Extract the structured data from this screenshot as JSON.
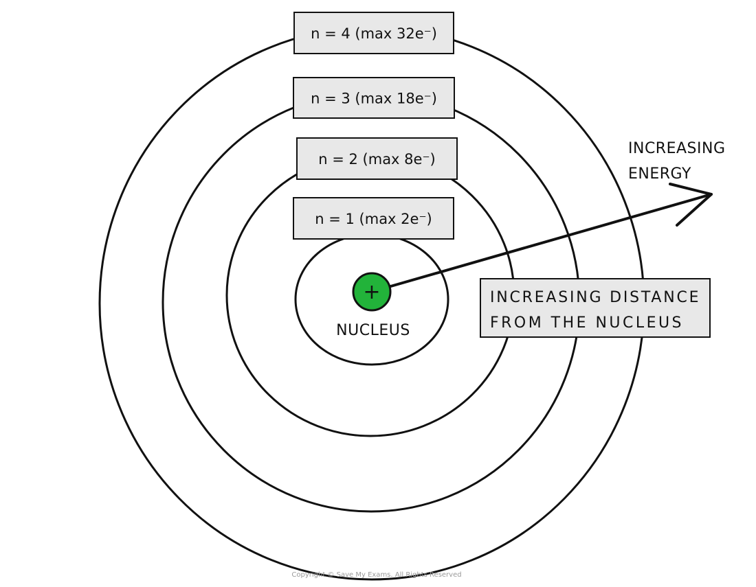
{
  "colors": {
    "nucleus": "#22b33a",
    "box_fill": "#e8e8e8",
    "line": "#111111"
  },
  "shells": [
    {
      "label": "n = 1 (max 2e⁻)"
    },
    {
      "label": "n = 2 (max 8e⁻)"
    },
    {
      "label": "n = 3 (max 18e⁻)"
    },
    {
      "label": "n = 4 (max 32e⁻)"
    }
  ],
  "nucleus": {
    "symbol": "+",
    "label": "NUCLEUS"
  },
  "energy_label": [
    "INCREASING",
    "ENERGY"
  ],
  "distance_label": [
    "INCREASING DISTANCE",
    "FROM THE NUCLEUS"
  ],
  "copyright": "Copyright © Save My Exams. All Rights Reserved"
}
